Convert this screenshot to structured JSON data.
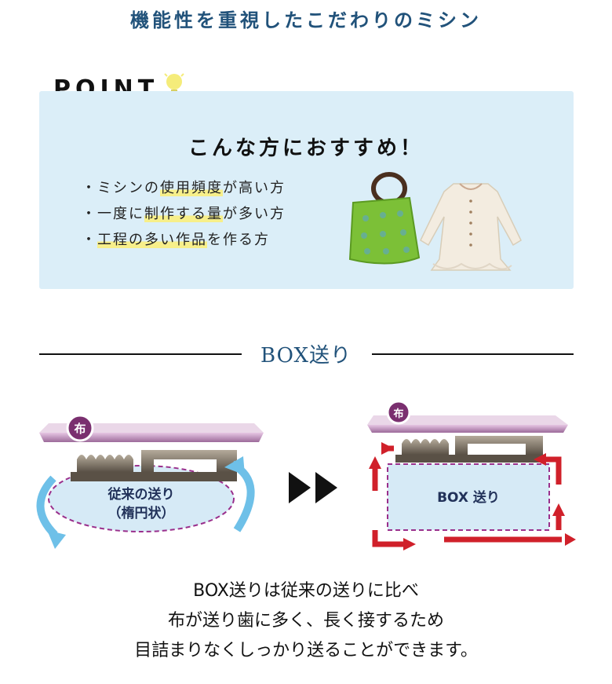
{
  "header": {
    "title": "機能性を重視したこだわりのミシン"
  },
  "point": {
    "label": "POINT",
    "heading": "こんな方におすすめ！",
    "items": [
      {
        "bullet": "・",
        "pre": "ミシンの",
        "mark": "使用頻度",
        "post": "が高い方"
      },
      {
        "bullet": "・",
        "pre": "一度に",
        "mark": "制作する量",
        "post": "が多い方"
      },
      {
        "bullet": "・",
        "pre": "",
        "mark": "工程の多い作品",
        "post": "を作る方"
      }
    ]
  },
  "box_section": {
    "title": "BOX送り",
    "left_diagram": {
      "cloth_label": "布",
      "label_line1": "従来の送り",
      "label_line2": "（楕円状）"
    },
    "right_diagram": {
      "cloth_label": "布",
      "label": "BOX 送り"
    },
    "description": [
      "BOX送りは従来の送りに比べ",
      "布が送り歯に多く、長く接するため",
      "目詰まりなくしっかり送ることができます。"
    ]
  },
  "colors": {
    "title_blue": "#21527a",
    "panel_bg": "#dbeef8",
    "highlight": "#f7ef8a",
    "cloth": "#b689b2",
    "arrow_blue": "#6ec0e8",
    "arrow_red": "#d0202a",
    "dash_purple": "#9a2f8c"
  }
}
